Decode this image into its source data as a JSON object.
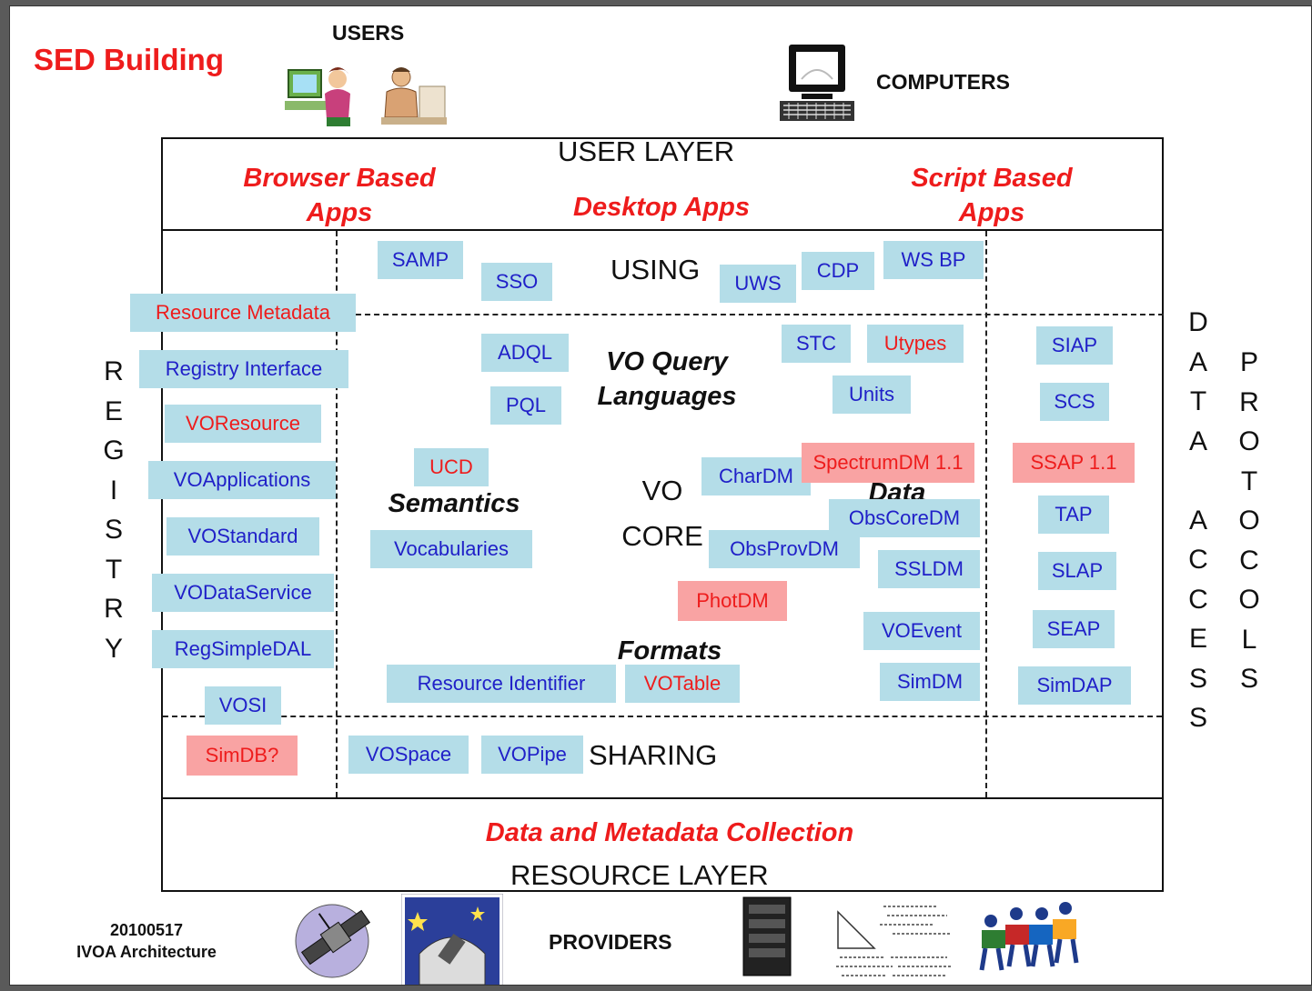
{
  "title": "SED Building",
  "captions": {
    "users": "USERS",
    "computers": "COMPUTERS",
    "providers": "PROVIDERS"
  },
  "footer": {
    "date": "20100517",
    "name": "IVOA Architecture"
  },
  "layers": {
    "user_layer": "USER LAYER",
    "resource_layer": "RESOURCE LAYER",
    "using": "USING",
    "sharing": "SHARING",
    "vo_core_line1": "VO",
    "vo_core_line2": "CORE"
  },
  "user_apps": {
    "browser_line1": "Browser Based",
    "browser_line2": "Apps",
    "desktop": "Desktop Apps",
    "script_line1": "Script Based",
    "script_line2": "Apps"
  },
  "data_collection": "Data and Metadata Collection",
  "headings": {
    "query_line1": "VO Query",
    "query_line2": "Languages",
    "semantics": "Semantics",
    "data": "Data",
    "formats": "Formats"
  },
  "registry_letters": [
    "R",
    "E",
    "G",
    "I",
    "S",
    "T",
    "R",
    "Y"
  ],
  "data_access_letters": [
    "D",
    "A",
    "T",
    "A",
    "",
    "A",
    "C",
    "C",
    "E",
    "S",
    "S"
  ],
  "protocols_letters": [
    "P",
    "R",
    "O",
    "T",
    "O",
    "C",
    "O",
    "L",
    "S"
  ],
  "registry_boxes": {
    "resource_metadata": "Resource Metadata",
    "registry_interface": "Registry Interface",
    "voresource": "VOResource",
    "voapplications": "VOApplications",
    "vostandard": "VOStandard",
    "vodataservice": "VODataService",
    "regsimpledal": "RegSimpleDAL",
    "vosi": "VOSI",
    "simdb": "SimDB?"
  },
  "using_boxes": {
    "samp": "SAMP",
    "sso": "SSO",
    "uws": "UWS",
    "cdp": "CDP",
    "wsbp": "WS BP"
  },
  "sharing_boxes": {
    "vospace": "VOSpace",
    "vopipe": "VOPipe"
  },
  "core_boxes": {
    "adql": "ADQL",
    "pql": "PQL",
    "ucd": "UCD",
    "vocabularies": "Vocabularies",
    "resource_identifier": "Resource Identifier",
    "votable": "VOTable",
    "stc": "STC",
    "utypes": "Utypes",
    "units": "Units",
    "chardm": "CharDM",
    "spectrumdm": "SpectrumDM 1.1",
    "obscoredm": "ObsCoreDM",
    "obsprovdm": "ObsProvDM",
    "ssldm": "SSLDM",
    "photdm": "PhotDM",
    "voevent": "VOEvent",
    "simdm": "SimDM"
  },
  "protocol_boxes": {
    "siap": "SIAP",
    "scs": "SCS",
    "ssap": "SSAP 1.1",
    "tap": "TAP",
    "slap": "SLAP",
    "seap": "SEAP",
    "simdap": "SimDAP"
  },
  "colors": {
    "box_fill": "#b4dde8",
    "box_text": "#2020c8",
    "highlight_fill": "#f9a3a3",
    "accent_red": "#ee1c1c"
  },
  "icons": [
    "user-at-computer-icon",
    "user-at-desk-icon",
    "computer-terminal-icon",
    "satellite-icon",
    "observatory-icon",
    "server-rack-icon",
    "equations-sheet-icon",
    "collaboration-puzzle-icon"
  ]
}
